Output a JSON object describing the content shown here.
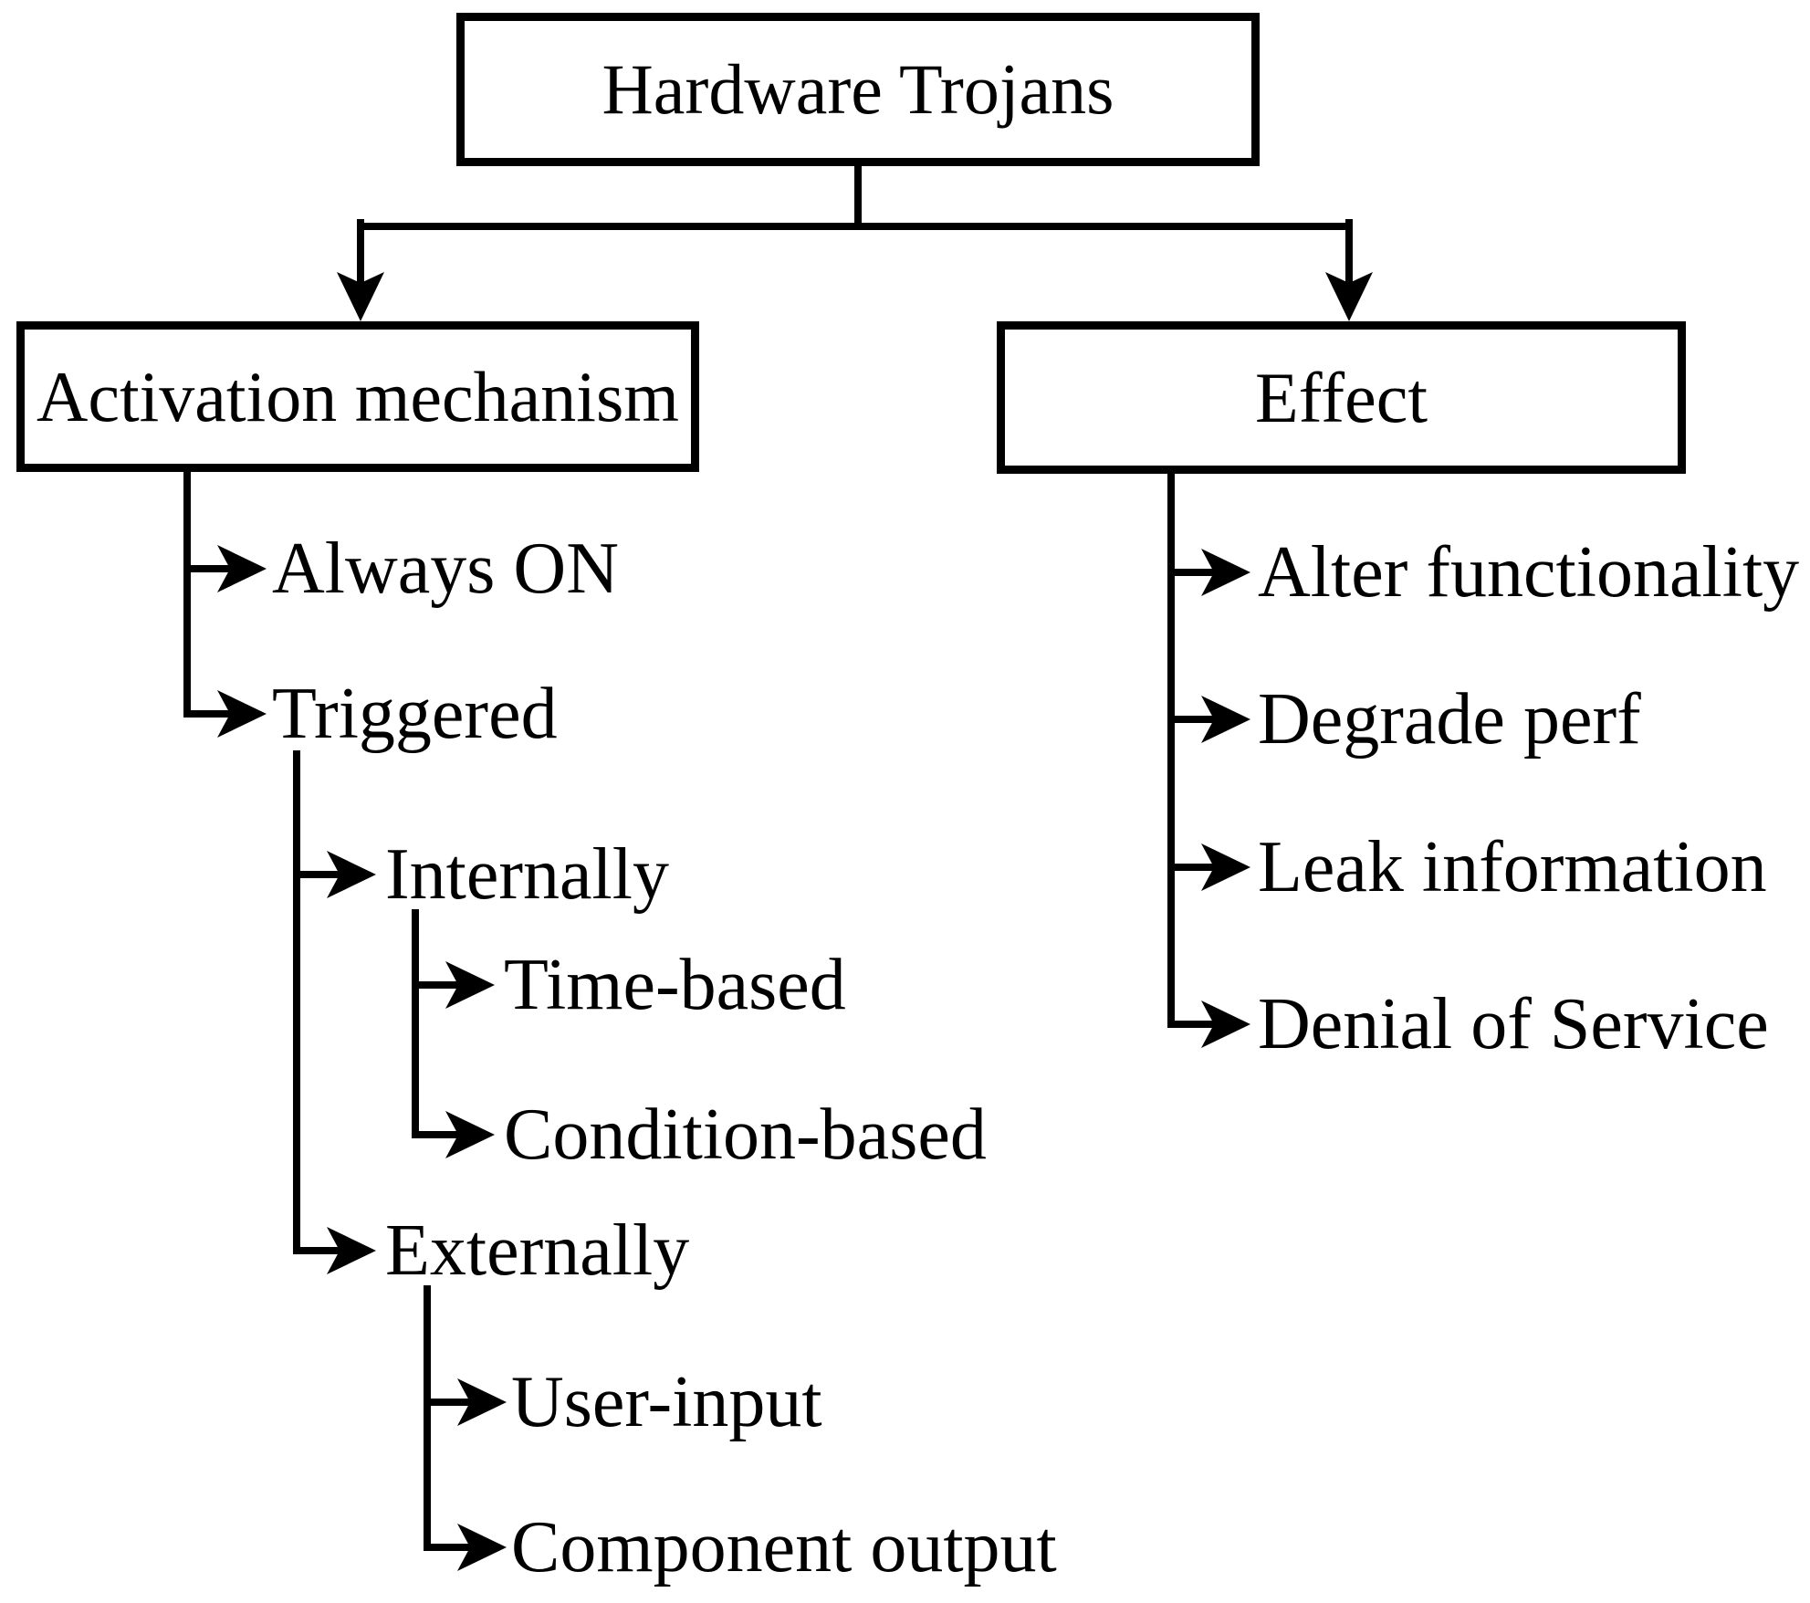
{
  "diagram": {
    "type": "tree",
    "colors": {
      "line": "#000000",
      "text": "#000000",
      "background": "#ffffff"
    }
  },
  "root": {
    "label": "Hardware Trojans"
  },
  "branches": {
    "activation_mechanism": {
      "label": "Activation mechanism",
      "children": {
        "always_on": {
          "label": "Always ON"
        },
        "triggered": {
          "label": "Triggered",
          "children": {
            "internally": {
              "label": "Internally",
              "children": {
                "time_based": {
                  "label": "Time-based"
                },
                "condition_based": {
                  "label": "Condition-based"
                }
              }
            },
            "externally": {
              "label": "Externally",
              "children": {
                "user_input": {
                  "label": "User-input"
                },
                "component_output": {
                  "label": "Component output"
                }
              }
            }
          }
        }
      }
    },
    "effect": {
      "label": "Effect",
      "children": {
        "alter_functionality": {
          "label": "Alter functionality"
        },
        "degrade_perf": {
          "label": "Degrade perf"
        },
        "leak_information": {
          "label": "Leak information"
        },
        "denial_of_service": {
          "label": "Denial of Service"
        }
      }
    }
  }
}
